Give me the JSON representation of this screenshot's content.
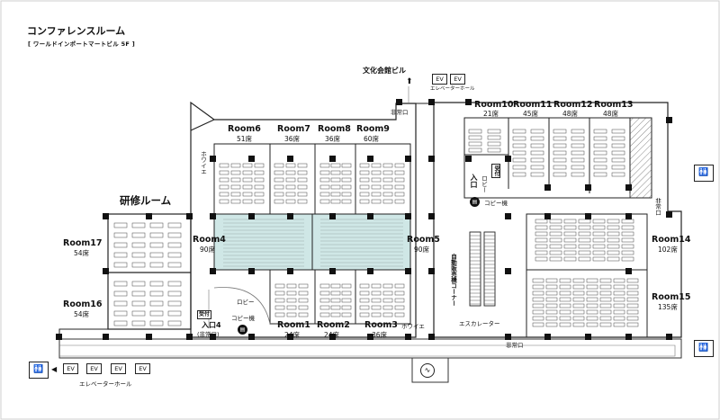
{
  "header": {
    "title": "コンファレンスルーム",
    "subtitle": "[ ワールドインポートマートビル 5F ]"
  },
  "landmarks": {
    "north_building": "文化会館ビル",
    "elevator_hall_top": "エレベーターホール",
    "elevator_hall_bottom": "エレベーターホール",
    "ev": "EV",
    "emergency_exit": "非常口",
    "foyer": "ホワイエ",
    "lobby": "ロビー",
    "copier": "コピー機",
    "reception": "受付",
    "entrance": "入口",
    "entrance_emergency": "(非常口)",
    "escalator": "エスカレーター",
    "vending_corner": "自動販売機コーナー",
    "training_room": "研修ルーム"
  },
  "rooms": {
    "room1": {
      "name": "Room1",
      "seats": "24席"
    },
    "room2": {
      "name": "Room2",
      "seats": "24席"
    },
    "room3": {
      "name": "Room3",
      "seats": "36席"
    },
    "room4": {
      "name": "Room4",
      "seats": "90席"
    },
    "room5": {
      "name": "Room5",
      "seats": "90席"
    },
    "room6": {
      "name": "Room6",
      "seats": "51席"
    },
    "room7": {
      "name": "Room7",
      "seats": "36席"
    },
    "room8": {
      "name": "Room8",
      "seats": "36席"
    },
    "room9": {
      "name": "Room9",
      "seats": "60席"
    },
    "room10": {
      "name": "Room10",
      "seats": "21席"
    },
    "room11": {
      "name": "Room11",
      "seats": "45席"
    },
    "room12": {
      "name": "Room12",
      "seats": "48席"
    },
    "room13": {
      "name": "Room13",
      "seats": "48席"
    },
    "room14": {
      "name": "Room14",
      "seats": "102席"
    },
    "room15": {
      "name": "Room15",
      "seats": "135席"
    },
    "room16": {
      "name": "Room16",
      "seats": "54席"
    },
    "room17": {
      "name": "Room17",
      "seats": "54席"
    }
  },
  "icons": {
    "restroom": "restroom-icon",
    "copier": "copier-icon",
    "north_arrow": "north-arrow-icon",
    "smoking": "smoking-area-icon"
  },
  "colors": {
    "highlight_room": "#cfe7e6",
    "wall": "#222222",
    "line": "#555555"
  }
}
